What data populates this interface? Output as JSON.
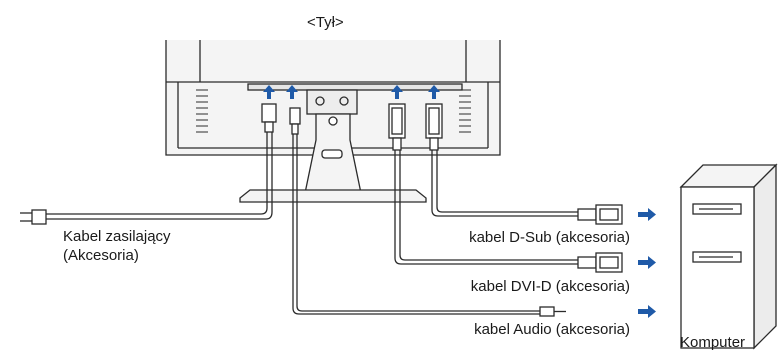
{
  "header": {
    "title": "<Tył>"
  },
  "labels": {
    "power_cable_line1": "Kabel zasilający",
    "power_cable_line2": "(Akcesoria)",
    "dsub_cable": "kabel D-Sub (akcesoria)",
    "dvi_cable": "kabel DVI-D (akcesoria)",
    "audio_cable": "kabel Audio (akcesoria)",
    "computer": "Komputer"
  },
  "colors": {
    "line": "#2b2b2b",
    "monitor_fill": "#f2f2f2",
    "arrow": "#1f5aa8",
    "text": "#1a1a1a"
  }
}
